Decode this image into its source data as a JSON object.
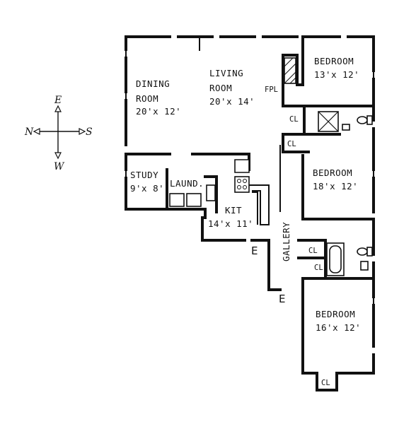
{
  "compass": {
    "n": "N",
    "s": "S",
    "e": "E",
    "w": "W"
  },
  "rooms": {
    "dining": {
      "name1": "DINING",
      "name2": "ROOM",
      "dims": "20'x 12'"
    },
    "living": {
      "name1": "LIVING",
      "name2": "ROOM",
      "dims": "20'x 14'"
    },
    "bedroom1": {
      "name": "BEDROOM",
      "dims": "13'x 12'"
    },
    "bedroom2": {
      "name": "BEDROOM",
      "dims": "18'x 12'"
    },
    "bedroom3": {
      "name": "BEDROOM",
      "dims": "16'x 12'"
    },
    "study": {
      "name": "STUDY",
      "dims": "9'x 8'"
    },
    "laundry": {
      "name": "LAUND."
    },
    "kitchen": {
      "name": "KIT",
      "dims": "14'x 11'"
    },
    "gallery": {
      "name": "GALLERY"
    }
  },
  "labels": {
    "fireplace": "FPL",
    "closet": "CL",
    "entry": "E"
  }
}
